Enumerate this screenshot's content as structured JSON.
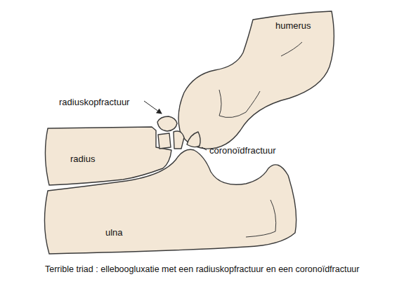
{
  "diagram": {
    "caption": "Terrible triad : elleboogluxatie met een radiuskopfractuur en een coronoïdfractuur",
    "labels": [
      "humerus",
      "radiuskopfractuur",
      "coronoïdfractuur",
      "radius",
      "ulna"
    ]
  }
}
